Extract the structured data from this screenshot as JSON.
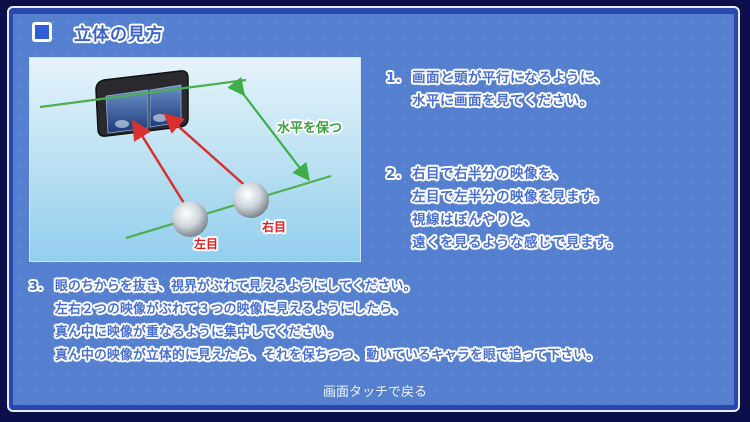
{
  "header": {
    "title": "立体の見方"
  },
  "diagram": {
    "level_label": "水平を保つ",
    "right_eye_label": "右目",
    "left_eye_label": "左目"
  },
  "steps": [
    {
      "number": "1.",
      "lines": [
        "画面と頭が平行になるように、",
        "水平に画面を見てください。"
      ]
    },
    {
      "number": "2.",
      "lines": [
        "右目で右半分の映像を、",
        "左目で左半分の映像を見ます。",
        "視線はぼんやりと、",
        "遠くを見るような感じで見ます。"
      ]
    },
    {
      "number": "3.",
      "lines": [
        "眼のちからを抜き、視界がぶれて見えるようにしてください。",
        "左右２つの映像がぶれて３つの映像に見えるようにしたら、",
        "真ん中に映像が重なるように集中してください。",
        "真ん中の映像が立体的に見えたら、それを保ちつつ、動いているキャラを眼で追って下さい。"
      ]
    }
  ],
  "footer": {
    "back_label": "画面タッチで戻る"
  },
  "colors": {
    "background": "#0d0f4a",
    "frame": "#2a47b0",
    "panel": "#5580d0",
    "text": "#4a70d2",
    "guide_line": "#4caf50",
    "eye_arrow": "#e03030",
    "eye_label": "#e02020",
    "level_label": "#3aa040"
  }
}
